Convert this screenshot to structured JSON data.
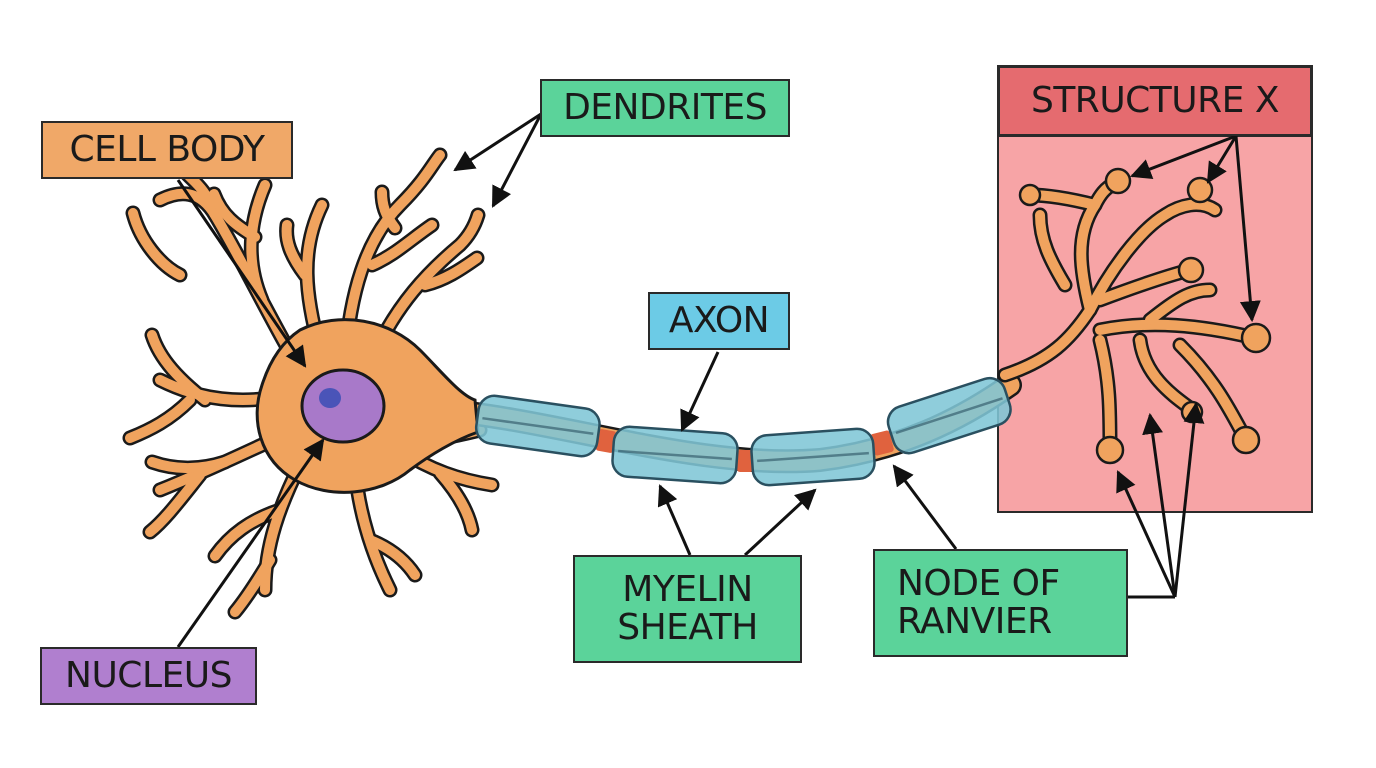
{
  "labels": {
    "cell_body": "CELL BODY",
    "dendrites": "DENDRITES",
    "axon": "AXON",
    "nucleus": "NUCLEUS",
    "myelin_sheath_line1": "MYELIN",
    "myelin_sheath_line2": "SHEATH",
    "node_of_ranvier_line1": "NODE OF",
    "node_of_ranvier_line2": "RANVIER",
    "structure_x": "STRUCTURE X"
  },
  "colors": {
    "cell_body_label": "#f0a868",
    "dendrites_label": "#5bd39a",
    "axon_label": "#6ccbe6",
    "nucleus_label": "#b07fcf",
    "myelin_label": "#5bd39a",
    "node_label": "#5bd39a",
    "structure_x_header": "#e56b6f",
    "structure_x_box": "#f7a4a6",
    "neuron_fill": "#f0a35e",
    "nucleus_fill": "#a879c9",
    "nucleolus_fill": "#4a54b8",
    "myelin_fill": "#7fc6d6",
    "node_of_ranvier": "#e0623e",
    "outline": "#1a1a1a"
  }
}
